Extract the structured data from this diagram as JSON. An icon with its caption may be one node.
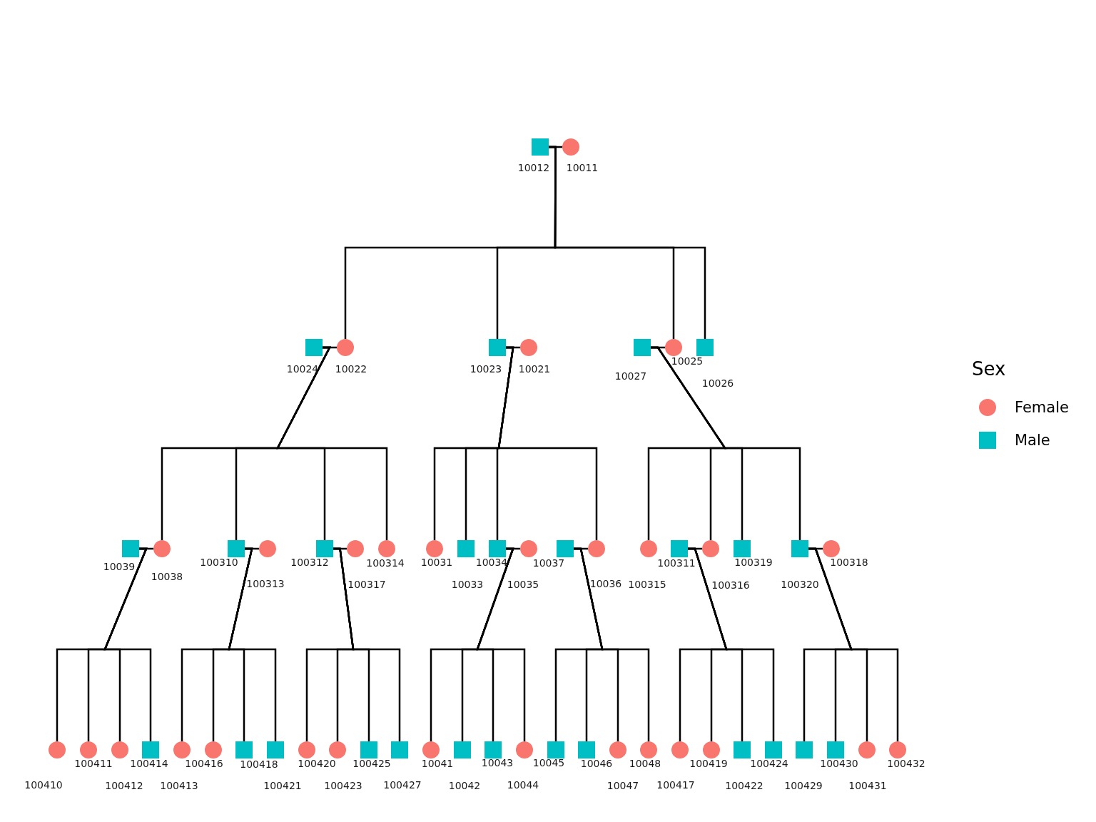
{
  "diagram": {
    "nodes": [
      {
        "text": [],
        "shape": "box",
        "beside": [
          "10012"
        ]
      },
      {
        "text": [],
        "shape": "circle",
        "beside": [
          "10011"
        ]
      },
      {
        "text": [],
        "shape": "box",
        "beside": [
          "10024"
        ]
      },
      {
        "text": [],
        "shape": "circle",
        "beside": [
          "10022"
        ]
      },
      {
        "text": [],
        "shape": "box",
        "beside": [
          "10023"
        ]
      },
      {
        "text": [],
        "shape": "circle",
        "beside": [
          "10021"
        ]
      },
      {
        "text": [],
        "shape": "box",
        "beside": [
          "10027"
        ]
      },
      {
        "text": [],
        "shape": "circle",
        "beside": [
          "10025"
        ]
      },
      {
        "text": [],
        "shape": "box",
        "beside": [
          "10026"
        ]
      },
      {
        "text": [],
        "shape": "box",
        "beside": [
          "10039"
        ]
      },
      {
        "text": [],
        "shape": "circle",
        "beside": [
          "10038"
        ]
      },
      {
        "text": [],
        "shape": "box",
        "beside": [
          "100310"
        ]
      },
      {
        "text": [],
        "shape": "circle",
        "beside": [
          "100313"
        ]
      },
      {
        "text": [],
        "shape": "box",
        "beside": [
          "100312"
        ]
      },
      {
        "text": [],
        "shape": "circle",
        "beside": [
          "100317"
        ]
      },
      {
        "text": [],
        "shape": "circle",
        "beside": [
          "100314"
        ]
      },
      {
        "text": [],
        "shape": "circle",
        "beside": [
          "10031"
        ]
      },
      {
        "text": [],
        "shape": "box",
        "beside": [
          "10033"
        ]
      },
      {
        "text": [],
        "shape": "box",
        "beside": [
          "10034"
        ]
      },
      {
        "text": [],
        "shape": "circle",
        "beside": [
          "10035"
        ]
      },
      {
        "text": [],
        "shape": "box",
        "beside": [
          "10037"
        ]
      },
      {
        "text": [],
        "shape": "circle",
        "beside": [
          "10036"
        ]
      },
      {
        "text": [],
        "shape": "circle",
        "beside": [
          "100315"
        ]
      },
      {
        "text": [],
        "shape": "box",
        "beside": [
          "100311"
        ]
      },
      {
        "text": [],
        "shape": "circle",
        "beside": [
          "100316"
        ]
      },
      {
        "text": [],
        "shape": "box",
        "beside": [
          "100319"
        ]
      },
      {
        "text": [],
        "shape": "box",
        "beside": [
          "100320"
        ]
      },
      {
        "text": [],
        "shape": "circle",
        "beside": [
          "100318"
        ]
      },
      {
        "text": [],
        "shape": "circle",
        "beside": [
          "100410"
        ]
      },
      {
        "text": [],
        "shape": "circle",
        "beside": [
          "100411"
        ]
      },
      {
        "text": [],
        "shape": "circle",
        "beside": [
          "100412"
        ]
      },
      {
        "text": [],
        "shape": "box",
        "beside": [
          "100414"
        ]
      },
      {
        "text": [],
        "shape": "circle",
        "beside": [
          "100413"
        ]
      },
      {
        "text": [],
        "shape": "circle",
        "beside": [
          "100416"
        ]
      },
      {
        "text": [],
        "shape": "box",
        "beside": [
          "100418"
        ]
      },
      {
        "text": [],
        "shape": "box",
        "beside": [
          "100421"
        ]
      },
      {
        "text": [],
        "shape": "circle",
        "beside": [
          "100420"
        ]
      },
      {
        "text": [],
        "shape": "circle",
        "beside": [
          "100423"
        ]
      },
      {
        "text": [],
        "shape": "box",
        "beside": [
          "100425"
        ]
      },
      {
        "text": [],
        "shape": "box",
        "beside": [
          "100427"
        ]
      },
      {
        "text": [],
        "shape": "circle",
        "beside": [
          "10041"
        ]
      },
      {
        "text": [],
        "shape": "box",
        "beside": [
          "10042"
        ]
      },
      {
        "text": [],
        "shape": "box",
        "beside": [
          "10043"
        ]
      },
      {
        "text": [],
        "shape": "circle",
        "beside": [
          "10044"
        ]
      },
      {
        "text": [],
        "shape": "box",
        "beside": [
          "10045"
        ]
      },
      {
        "text": [],
        "shape": "box",
        "beside": [
          "10046"
        ]
      },
      {
        "text": [],
        "shape": "circle",
        "beside": [
          "10047"
        ]
      },
      {
        "text": [],
        "shape": "circle",
        "beside": [
          "10048"
        ]
      },
      {
        "text": [],
        "shape": "circle",
        "beside": [
          "100417"
        ]
      },
      {
        "text": [],
        "shape": "circle",
        "beside": [
          "100419"
        ]
      },
      {
        "text": [],
        "shape": "box",
        "beside": [
          "100422"
        ]
      },
      {
        "text": [],
        "shape": "box",
        "beside": [
          "100424"
        ]
      },
      {
        "text": [],
        "shape": "box",
        "beside": [
          "100429"
        ]
      },
      {
        "text": [],
        "shape": "box",
        "beside": [
          "100430"
        ]
      },
      {
        "text": [],
        "shape": "circle",
        "beside": [
          "100431"
        ]
      },
      {
        "text": [],
        "shape": "circle",
        "beside": [
          "100432"
        ]
      }
    ],
    "edges": [
      {
        "from": 0,
        "to": 1,
        "arrow": "none"
      },
      {
        "from": 2,
        "to": 3,
        "arrow": "none"
      },
      {
        "from": 4,
        "to": 5,
        "arrow": "none"
      },
      {
        "from": 6,
        "to": 7,
        "arrow": "none"
      },
      {
        "from": 9,
        "to": 10,
        "arrow": "none"
      },
      {
        "from": 11,
        "to": 12,
        "arrow": "none"
      },
      {
        "from": 13,
        "to": 14,
        "arrow": "none"
      },
      {
        "from": 18,
        "to": 19,
        "arrow": "none"
      },
      {
        "from": 20,
        "to": 21,
        "arrow": "none"
      },
      {
        "from": 23,
        "to": 24,
        "arrow": "none"
      },
      {
        "from": 26,
        "to": 27,
        "arrow": "none"
      },
      {
        "from": 0,
        "to": 3,
        "arrow": "none"
      },
      {
        "from": 0,
        "to": 4,
        "arrow": "none"
      },
      {
        "from": 0,
        "to": 7,
        "arrow": "none"
      },
      {
        "from": 0,
        "to": 8,
        "arrow": "none"
      },
      {
        "from": 2,
        "to": 10,
        "arrow": "none"
      },
      {
        "from": 2,
        "to": 11,
        "arrow": "none"
      },
      {
        "from": 2,
        "to": 13,
        "arrow": "none"
      },
      {
        "from": 2,
        "to": 15,
        "arrow": "none"
      },
      {
        "from": 4,
        "to": 16,
        "arrow": "none"
      },
      {
        "from": 4,
        "to": 17,
        "arrow": "none"
      },
      {
        "from": 4,
        "to": 18,
        "arrow": "none"
      },
      {
        "from": 4,
        "to": 21,
        "arrow": "none"
      },
      {
        "from": 6,
        "to": 22,
        "arrow": "none"
      },
      {
        "from": 6,
        "to": 24,
        "arrow": "none"
      },
      {
        "from": 6,
        "to": 25,
        "arrow": "none"
      },
      {
        "from": 6,
        "to": 26,
        "arrow": "none"
      },
      {
        "from": 9,
        "to": 28,
        "arrow": "none"
      },
      {
        "from": 9,
        "to": 29,
        "arrow": "none"
      },
      {
        "from": 9,
        "to": 30,
        "arrow": "none"
      },
      {
        "from": 9,
        "to": 31,
        "arrow": "none"
      },
      {
        "from": 11,
        "to": 32,
        "arrow": "none"
      },
      {
        "from": 11,
        "to": 33,
        "arrow": "none"
      },
      {
        "from": 11,
        "to": 34,
        "arrow": "none"
      },
      {
        "from": 11,
        "to": 35,
        "arrow": "none"
      },
      {
        "from": 13,
        "to": 36,
        "arrow": "none"
      },
      {
        "from": 13,
        "to": 37,
        "arrow": "none"
      },
      {
        "from": 13,
        "to": 38,
        "arrow": "none"
      },
      {
        "from": 13,
        "to": 39,
        "arrow": "none"
      },
      {
        "from": 18,
        "to": 40,
        "arrow": "none"
      },
      {
        "from": 18,
        "to": 41,
        "arrow": "none"
      },
      {
        "from": 18,
        "to": 42,
        "arrow": "none"
      },
      {
        "from": 18,
        "to": 43,
        "arrow": "none"
      },
      {
        "from": 20,
        "to": 44,
        "arrow": "none"
      },
      {
        "from": 20,
        "to": 45,
        "arrow": "none"
      },
      {
        "from": 20,
        "to": 46,
        "arrow": "none"
      },
      {
        "from": 20,
        "to": 47,
        "arrow": "none"
      },
      {
        "from": 23,
        "to": 48,
        "arrow": "none"
      },
      {
        "from": 23,
        "to": 49,
        "arrow": "none"
      },
      {
        "from": 23,
        "to": 50,
        "arrow": "none"
      },
      {
        "from": 23,
        "to": 51,
        "arrow": "none"
      },
      {
        "from": 26,
        "to": 52,
        "arrow": "none"
      },
      {
        "from": 26,
        "to": 53,
        "arrow": "none"
      },
      {
        "from": 26,
        "to": 54,
        "arrow": "none"
      },
      {
        "from": 26,
        "to": 55,
        "arrow": "none"
      }
    ],
    "labels": [
      "Sex"
    ],
    "legend": [
      {
        "text": "Female",
        "color": "#f8766d"
      },
      {
        "text": "Male",
        "color": "#00bfc4"
      }
    ]
  }
}
